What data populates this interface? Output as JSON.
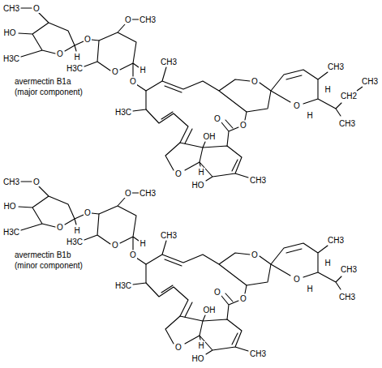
{
  "diagram": {
    "labels": [
      "CH3",
      "O",
      "HO",
      "H3C",
      "O",
      "H",
      "O",
      "O",
      "CH3",
      "H3C",
      "O",
      "H",
      "O",
      "CH3",
      "H3C",
      "O",
      "O",
      "CH3",
      "H",
      "H",
      "CH3",
      "O",
      "O",
      "OH",
      "O",
      "H",
      "HO",
      "CH3",
      "CH2",
      "CH3",
      "avermectin B1a",
      "(major component)",
      "CH3",
      "O",
      "HO",
      "H3C",
      "O",
      "H",
      "O",
      "O",
      "CH3",
      "H3C",
      "O",
      "H",
      "O",
      "CH3",
      "H3C",
      "O",
      "O",
      "CH3",
      "H",
      "H",
      "CH3",
      "O",
      "O",
      "OH",
      "O",
      "H",
      "HO",
      "CH3",
      "CH3",
      "avermectin B1b",
      "(minor component)"
    ]
  }
}
